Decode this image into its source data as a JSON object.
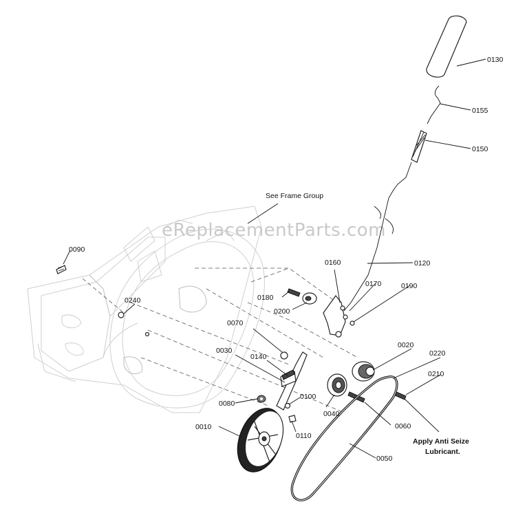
{
  "watermark": "eReplacementParts.com",
  "notes": {
    "frame_group": "See Frame Group",
    "anti_seize_line1": "Apply Anti Seize",
    "anti_seize_line2": "Lubricant."
  },
  "parts": {
    "p0130": "0130",
    "p0155": "0155",
    "p0150": "0150",
    "p0120": "0120",
    "p0160": "0160",
    "p0170": "0170",
    "p0190": "0190",
    "p0180": "0180",
    "p0200": "0200",
    "p0090": "0090",
    "p0240": "0240",
    "p0070": "0070",
    "p0030": "0030",
    "p0140": "0140",
    "p0020": "0020",
    "p0220": "0220",
    "p0210": "0210",
    "p0080": "0080",
    "p0100": "0100",
    "p0040": "0040",
    "p0060": "0060",
    "p0010": "0010",
    "p0110": "0110",
    "p0050": "0050"
  }
}
